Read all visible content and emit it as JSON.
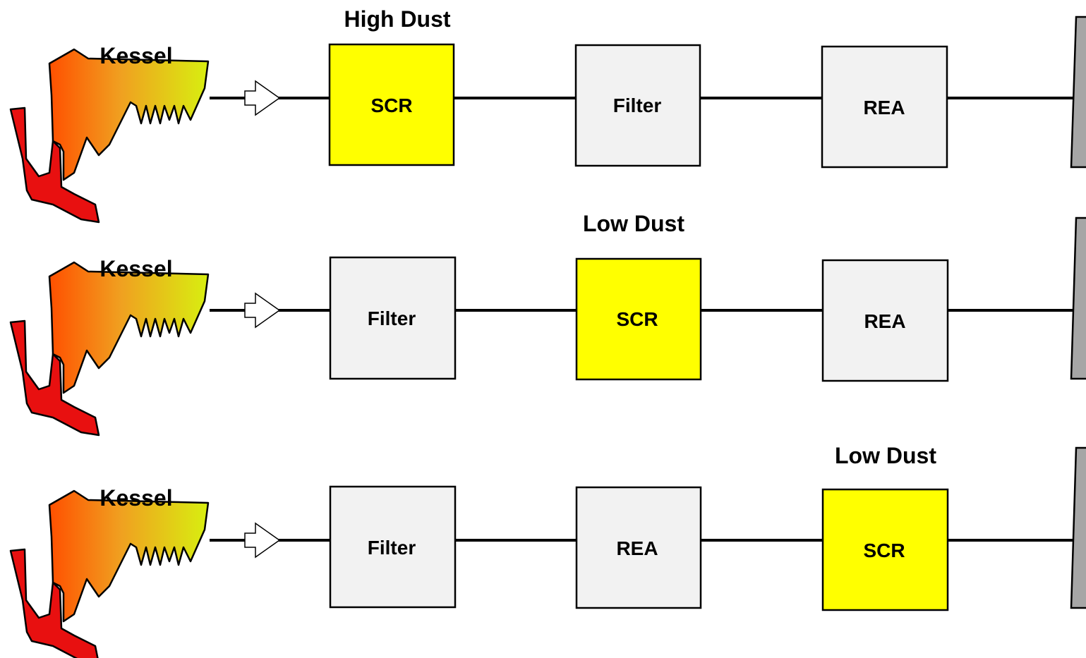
{
  "colors": {
    "scr_fill": "#ffff00",
    "box_fill": "#f2f2f2",
    "stack_fill": "#a6a6a6",
    "boiler_gradient": [
      "#ff5000",
      "#f0a020",
      "#d8ef10"
    ],
    "boiler_foot": "#e81010"
  },
  "rows": [
    {
      "kessel_label": "Kessel",
      "section_label": "High Dust",
      "boxes": [
        {
          "label": "SCR",
          "kind": "scr"
        },
        {
          "label": "Filter",
          "kind": "grey"
        },
        {
          "label": "REA",
          "kind": "grey"
        }
      ]
    },
    {
      "kessel_label": "Kessel",
      "section_label": "Low Dust",
      "boxes": [
        {
          "label": "Filter",
          "kind": "grey"
        },
        {
          "label": "SCR",
          "kind": "scr"
        },
        {
          "label": "REA",
          "kind": "grey"
        }
      ]
    },
    {
      "kessel_label": "Kessel",
      "section_label": "Low Dust",
      "boxes": [
        {
          "label": "Filter",
          "kind": "grey"
        },
        {
          "label": "REA",
          "kind": "grey"
        },
        {
          "label": "SCR",
          "kind": "scr"
        }
      ]
    }
  ]
}
